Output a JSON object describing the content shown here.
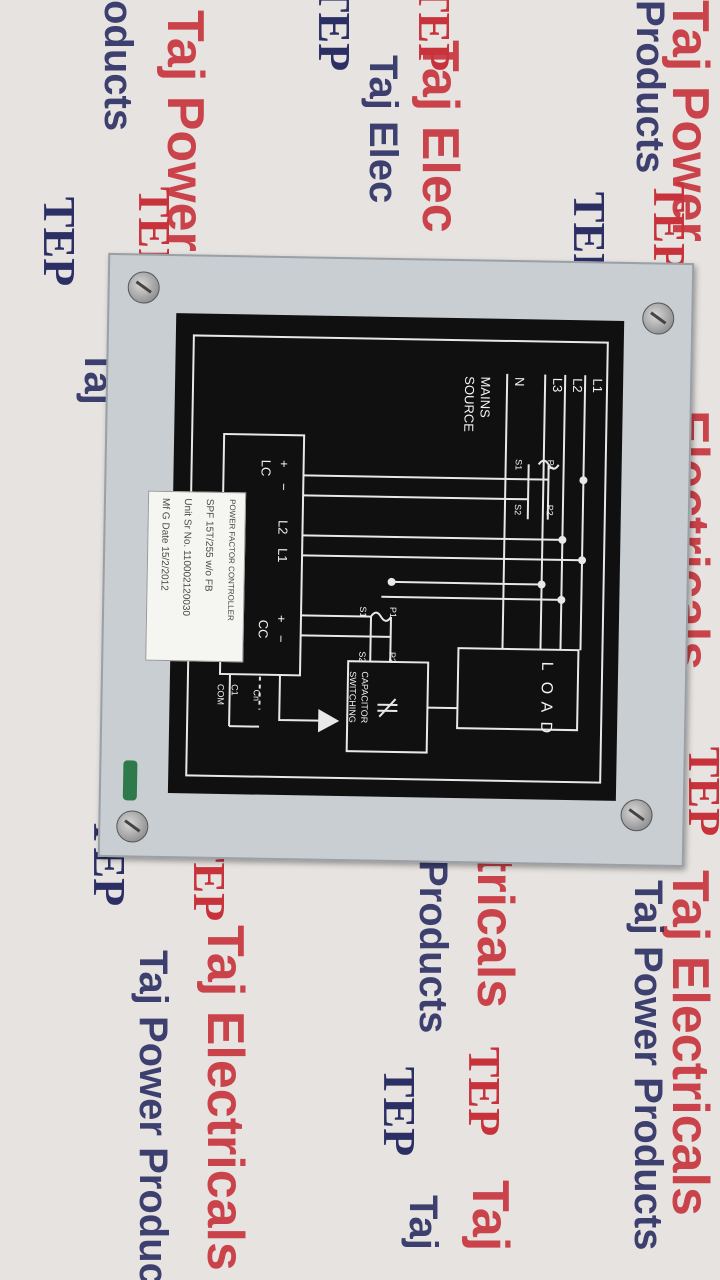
{
  "watermark": {
    "words": [
      "Taj Electricals",
      "Taj Power Products",
      "Products",
      "ricals",
      "oducts",
      "Taj Power",
      "Taj Elec",
      "Electricals",
      "tricals",
      "Taj"
    ],
    "logo_text": "TEP",
    "colors": {
      "red": "#c8323a",
      "navy": "#2b2f63",
      "background": "#e6e3e0"
    }
  },
  "panel": {
    "lines_right": [
      "L1",
      "L2",
      "L3",
      "N"
    ],
    "mains_source": [
      "MAINS",
      "SOURCE"
    ],
    "ct_top": {
      "p1": "P1",
      "p2": "P2",
      "s1": "S1",
      "s2": "S2"
    },
    "ct_bottom": {
      "p1": "P1",
      "p2": "P2",
      "s1": "S1",
      "s2": "S2"
    },
    "terminals": {
      "lc": "LC",
      "l2": "L2",
      "l1": "L1",
      "cc": "CC",
      "plus": "+",
      "minus": "−",
      "c1": "C1",
      "cn": "Cn",
      "com": "COM"
    },
    "load": [
      "L",
      "O",
      "A",
      "D"
    ],
    "capacitor": [
      "CAPACITOR",
      "SWITCHING"
    ],
    "colors": {
      "plate": "#101011",
      "print": "#f2f2f2",
      "metal": "#c9ced3"
    }
  },
  "label": {
    "title": "POWER FACTOR CONTROLLER",
    "spf": "SPF 15T/255 w/o FB",
    "unit_sr": "Unit Sr No. 110002120030",
    "mfg": "Mf G Date   15/2/2012"
  }
}
